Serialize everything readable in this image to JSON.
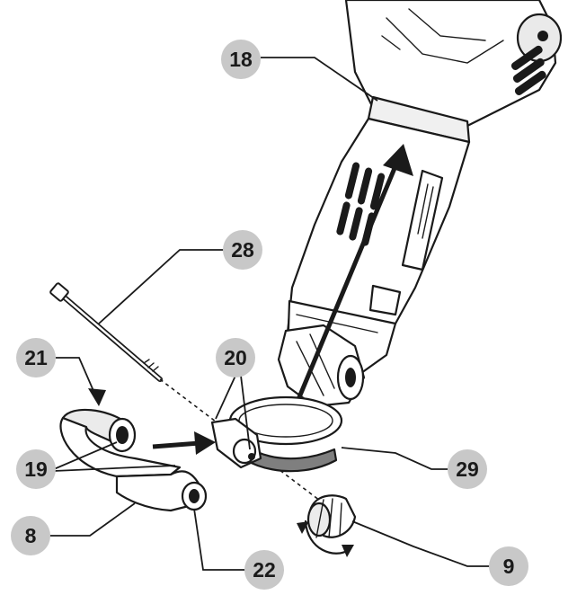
{
  "callouts": [
    {
      "id": "c18",
      "label": "18"
    },
    {
      "id": "c28",
      "label": "28"
    },
    {
      "id": "c21",
      "label": "21"
    },
    {
      "id": "c20",
      "label": "20"
    },
    {
      "id": "c19",
      "label": "19"
    },
    {
      "id": "c29",
      "label": "29"
    },
    {
      "id": "c8",
      "label": "8"
    },
    {
      "id": "c22",
      "label": "22"
    },
    {
      "id": "c9",
      "label": "9"
    }
  ],
  "colors": {
    "callout_fill": "#c8c8c8",
    "ink": "#1a1a1a",
    "part_fill": "#ffffff",
    "shade": "#e6e6e6",
    "strap": "#7f7f7f"
  }
}
